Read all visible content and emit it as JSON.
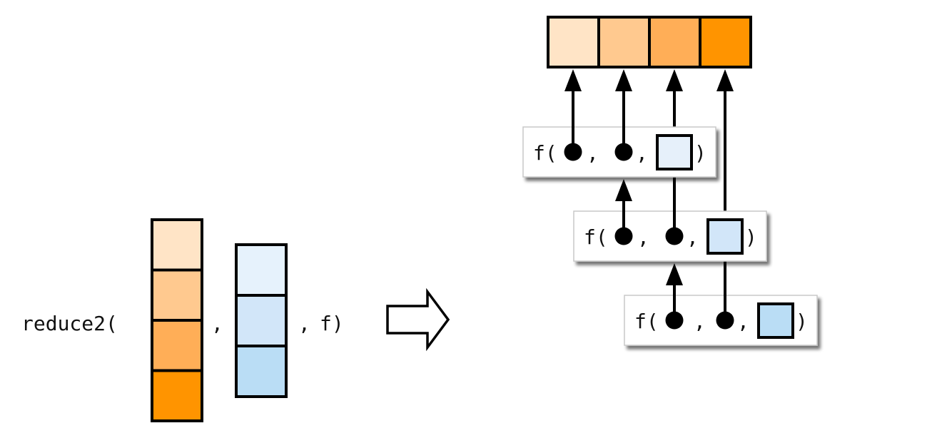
{
  "diagram": {
    "call": {
      "function_name": "reduce2(",
      "separator_1": ",",
      "separator_2": ",",
      "function_arg": "f)"
    },
    "input_x": {
      "name": "orange-vector",
      "cells": [
        "#FFE4C6",
        "#FFC98F",
        "#FFAE57",
        "#FF9400"
      ]
    },
    "input_y": {
      "name": "blue-vector",
      "cells": [
        "#E6F2FC",
        "#D2E6F9",
        "#BADDF5"
      ]
    },
    "transform_arrow": "right-hollow-arrow",
    "output": {
      "cells": [
        "#FFE4C6",
        "#FFC98F",
        "#FFAE57",
        "#FF9400"
      ]
    },
    "calls": [
      {
        "label": "f(",
        "sep1": ",",
        "sep2": ",",
        "close": ")",
        "square_color": "#E6F0FA"
      },
      {
        "label": "f(",
        "sep1": ",",
        "sep2": ",",
        "close": ")",
        "square_color": "#D2E6F9"
      },
      {
        "label": "f(",
        "sep1": ",",
        "sep2": ",",
        "close": ")",
        "square_color": "#BADDF5"
      }
    ],
    "colors": {
      "stroke": "#000000",
      "box_fill": "#FFFFFF",
      "box_border": "#C8C8C8",
      "shadow": "#808080"
    }
  }
}
